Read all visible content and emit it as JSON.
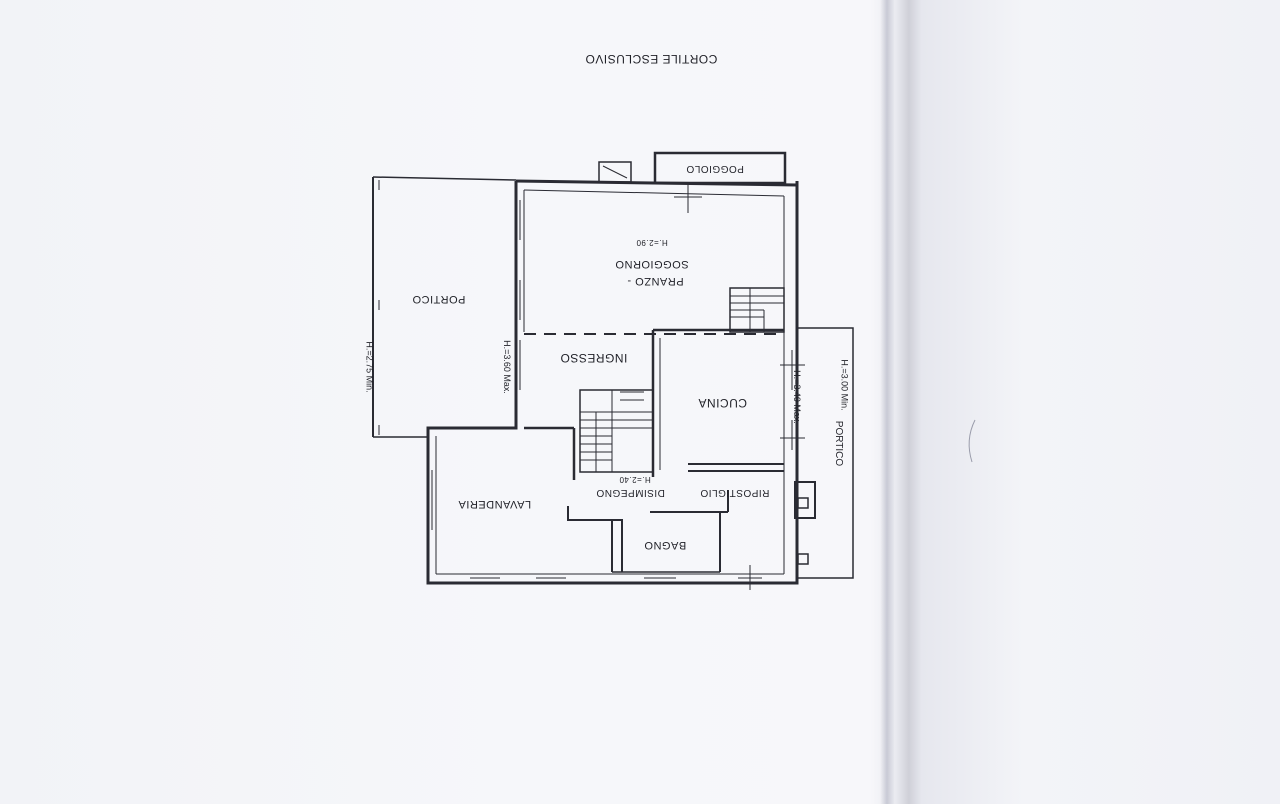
{
  "plan": {
    "site_label": "CORTILE ESCLUSIVO",
    "rooms": {
      "portico_west": "PORTICO",
      "pranzo": "PRANZO -",
      "soggiorno": "SOGGIORNO",
      "ingresso": "INGRESSO",
      "cucina": "CUCINA",
      "lavanderia": "LAVANDERIA",
      "disimpegno": "DISIMPEGNO",
      "ripostiglio": "RIPOSTIGLIO",
      "bagno": "BAGNO",
      "poggiolo": "POGGIOLO",
      "portico_east": "PORTICO"
    },
    "heights": {
      "soggiorno": "H.=2.90",
      "portico_west": "H.=2.75 Min.",
      "ingresso": "H.=3.60 Max.",
      "cucina": "H.=3.40 Max.",
      "portico_east": "H.=3.00 Min.",
      "disimpegno": "H.=2.40"
    }
  },
  "colors": {
    "paper": "#f4f5f8",
    "ink": "#2a2b33"
  }
}
